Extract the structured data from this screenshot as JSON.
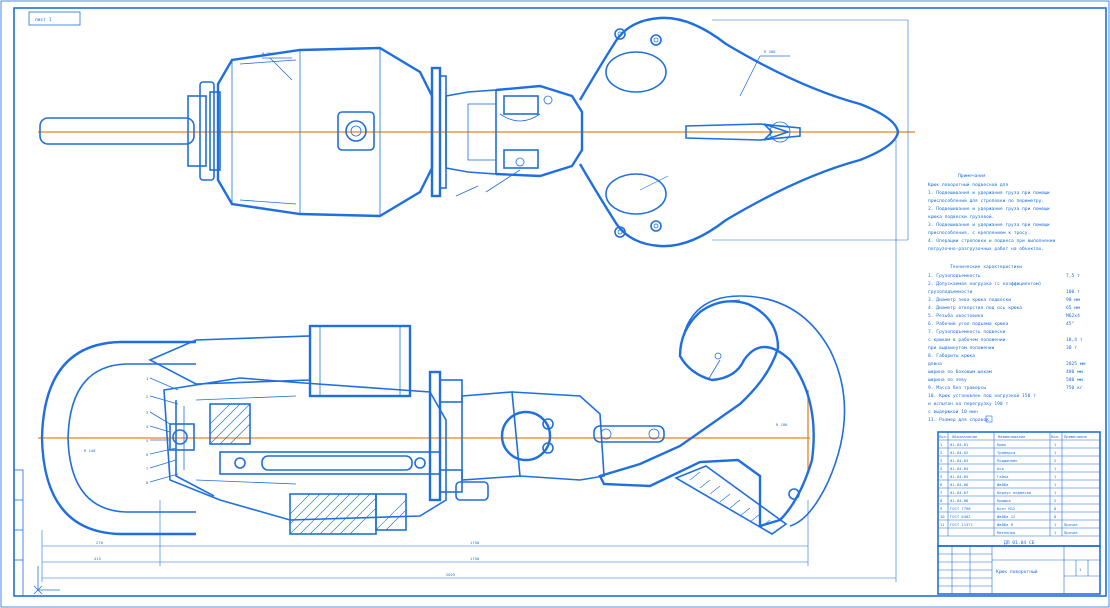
{
  "stamp": "лист 1",
  "notes": {
    "heading": "Примечания",
    "lines": [
      "Крюк поворотный подвесной для",
      "1. Подвешивания и удержания груза при помощи",
      "   приспособлений для строповки по периметру.",
      "2. Подвешивание и удержание груза при помощи",
      "   крюка подвески грузовой.",
      "3. Подвешивание и удержание груза при помощи",
      "   приспособления, с креплением к тросу.",
      "4. Операции строповки и подвеса при выполнении",
      "   погрузочно-разгрузочных работ на объектах."
    ]
  },
  "spec": {
    "heading": "Технические характеристики",
    "rows": [
      {
        "k": "1. Грузоподъемность",
        "v": "7,5 т"
      },
      {
        "k": "2. Допускаемая нагрузка (с коэффициентом)",
        "v": ""
      },
      {
        "k": "   грузоподъемности",
        "v": "100 т"
      },
      {
        "k": "3. Диаметр зева крюка подвески",
        "v": "90 мм"
      },
      {
        "k": "4. Диаметр отверстия под ось крюка",
        "v": "65 мм"
      },
      {
        "k": "5. Резьба хвостовика",
        "v": "М62x4"
      },
      {
        "k": "6. Рабочий угол подъема крюка",
        "v": "45°"
      },
      {
        "k": "7. Грузоподъемность подвески",
        "v": ""
      },
      {
        "k": "   с крюком в рабочем положении",
        "v": "18,4 т"
      },
      {
        "k": "   при выдвинутом положении",
        "v": "30 т"
      },
      {
        "k": "8. Габариты крюка",
        "v": ""
      },
      {
        "k": "   длина",
        "v": "2025 мм"
      },
      {
        "k": "   ширина по боковым щекам",
        "v": "480 мм"
      },
      {
        "k": "   ширина по зеву",
        "v": "580 мм"
      },
      {
        "k": "9. Масса без траверсы",
        "v": "750 кг"
      },
      {
        "k": "10. Крюк установлен под нагрузкой 150 т",
        "v": ""
      },
      {
        "k": "    и испытан на перегрузку 190 т",
        "v": ""
      },
      {
        "k": "    с выдержкой 10 мин",
        "v": ""
      },
      {
        "k": "11. Размер для справок",
        "v": ""
      }
    ]
  },
  "bom": {
    "headers": [
      "Поз.",
      "Обозначение",
      "Наименование",
      "Кол.",
      "Примечание"
    ],
    "rows": [
      [
        "1",
        "01.04-01",
        "Крюк",
        "1",
        ""
      ],
      [
        "2",
        "01.04-02",
        "Траверса",
        "1",
        ""
      ],
      [
        "3",
        "01.04-03",
        "Подшипник",
        "2",
        ""
      ],
      [
        "4",
        "01.04-04",
        "Ось",
        "1",
        ""
      ],
      [
        "5",
        "01.04-05",
        "Гайка",
        "1",
        ""
      ],
      [
        "6",
        "01.04-06",
        "Шайба",
        "1",
        ""
      ],
      [
        "7",
        "01.04-07",
        "Корпус подвески",
        "1",
        ""
      ],
      [
        "8",
        "01.04-08",
        "Крышка",
        "2",
        ""
      ],
      [
        "9",
        "ГОСТ 7798",
        "Болт М12",
        "8",
        ""
      ],
      [
        "10",
        "ГОСТ 6402",
        "Шайба 12",
        "8",
        ""
      ],
      [
        "11",
        "ГОСТ 11371",
        "Шайба 8",
        "1",
        "Прочее"
      ],
      [
        "",
        "",
        "Масленка",
        "1",
        "Прочее"
      ]
    ]
  },
  "title_block": {
    "doc_code": "ДП 01.04 СБ",
    "name": "Крюк поворотный",
    "sheet": "1"
  },
  "dimensions": {
    "d_top_left": "Ø 350",
    "d_top_right": "R 300",
    "d_left": "R 140",
    "d_right": "R 180",
    "lower_1": "270",
    "lower_2": "1750",
    "lower_3": "415",
    "lower_4": "1750",
    "lower_5": "2025"
  },
  "section_labels": {
    "s1": "1",
    "s2": "2",
    "s3": "3",
    "s4": "4",
    "s5": "5",
    "s6": "6",
    "s7": "7",
    "s8": "8"
  }
}
